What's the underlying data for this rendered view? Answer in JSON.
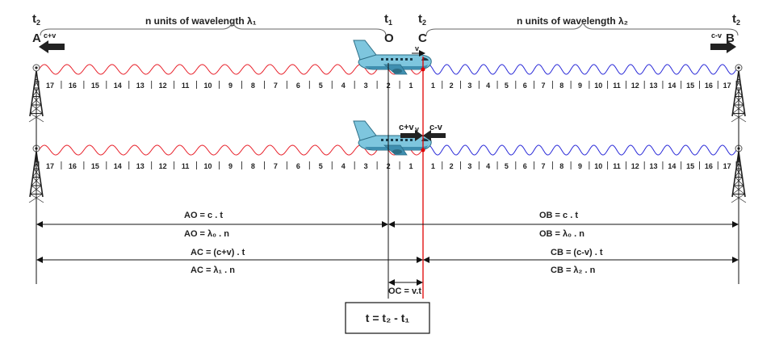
{
  "header": {
    "left_span": "n units of wavelength λ₁",
    "right_span": "n units of wavelength λ₂",
    "point_a": "A",
    "point_o": "O",
    "point_c": "C",
    "point_b": "B",
    "t_main": "t",
    "sub_1": "1",
    "sub_2": "2",
    "left_speed": "c+v",
    "right_speed": "c-v",
    "plane_speed": "v"
  },
  "waves": {
    "left_numbers": [
      "17",
      "16",
      "15",
      "14",
      "13",
      "12",
      "11",
      "10",
      "9",
      "8",
      "7",
      "6",
      "5",
      "4",
      "3",
      "2",
      "1"
    ],
    "right_numbers": [
      "1",
      "2",
      "3",
      "4",
      "5",
      "6",
      "7",
      "8",
      "9",
      "10",
      "11",
      "12",
      "13",
      "14",
      "15",
      "16",
      "17"
    ],
    "row2_left_speed": "c+v",
    "row2_plane_speed": "v",
    "row2_right_speed": "c-v",
    "colors": {
      "left": "#e8202a",
      "right": "#2a2ad8",
      "marker": "#e00000"
    }
  },
  "equations": {
    "ao_ct": "AO = c . t",
    "ao_ln": "AO = λ₀ . n",
    "ob_ct": "OB = c . t",
    "ob_ln": "OB = λ₀ . n",
    "ac_ct": "AC = (c+v) . t",
    "ac_ln": "AC = λ₁ . n",
    "cb_ct": "CB = (c-v) . t",
    "cb_ln": "CB = λ₂ . n",
    "oc": "OC = v.t",
    "t_formula": "t = t₂ - t₁"
  }
}
